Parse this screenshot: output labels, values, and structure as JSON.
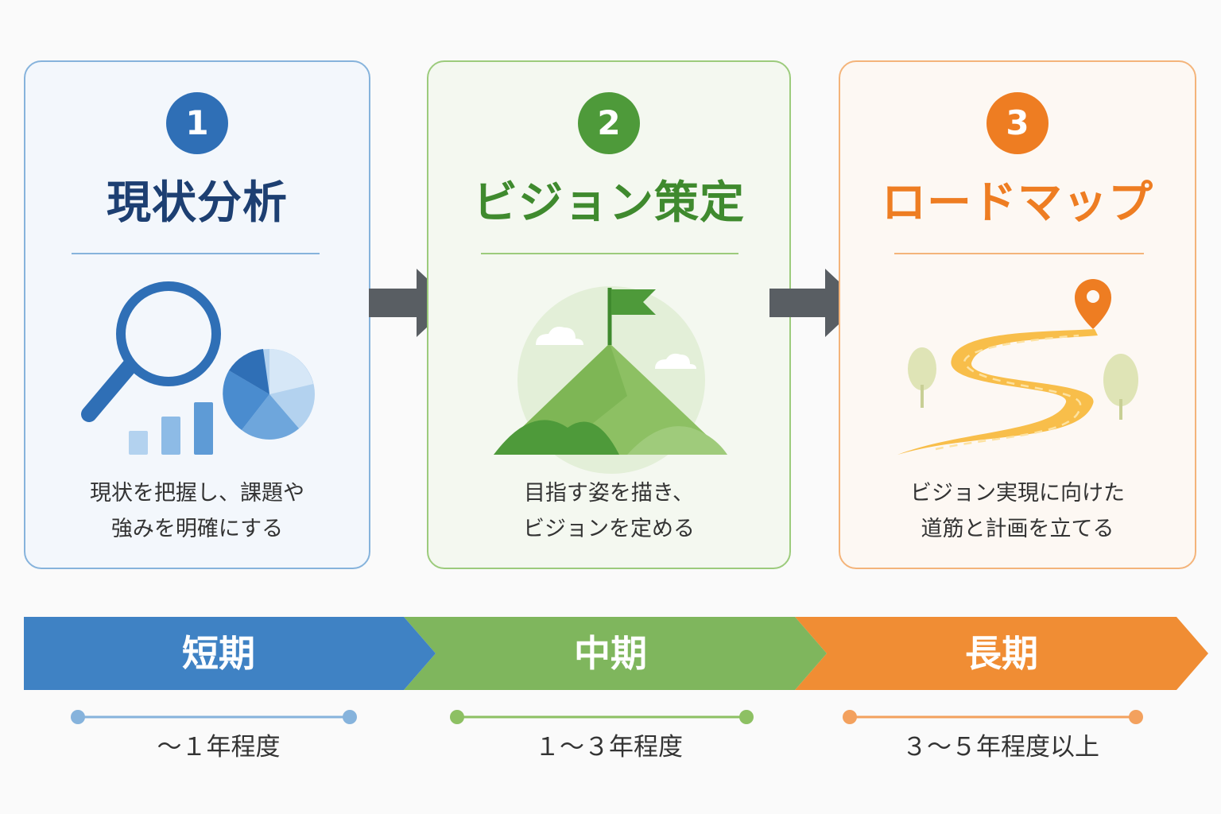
{
  "steps": [
    {
      "number": "1",
      "title": "現状分析",
      "desc_line1": "現状を把握し、課題や",
      "desc_line2": "強みを明確にする",
      "icon": "magnifier-chart-icon",
      "color": "#2f6fb6"
    },
    {
      "number": "2",
      "title": "ビジョン策定",
      "desc_line1": "目指す姿を描き、",
      "desc_line2": "ビジョンを定める",
      "icon": "mountain-flag-icon",
      "color": "#4e9a3a"
    },
    {
      "number": "3",
      "title": "ロードマップ",
      "desc_line1": "ビジョン実現に向けた",
      "desc_line2": "道筋と計画を立てる",
      "icon": "road-pin-icon",
      "color": "#ee7d22"
    }
  ],
  "timeline": [
    {
      "label": "短期",
      "period": "～１年程度",
      "color": "#3f82c4"
    },
    {
      "label": "中期",
      "period": "１～３年程度",
      "color": "#7fb65d"
    },
    {
      "label": "長期",
      "period": "３～５年程度以上",
      "color": "#f08d34"
    }
  ],
  "arrow_icon": "right-arrow-icon"
}
